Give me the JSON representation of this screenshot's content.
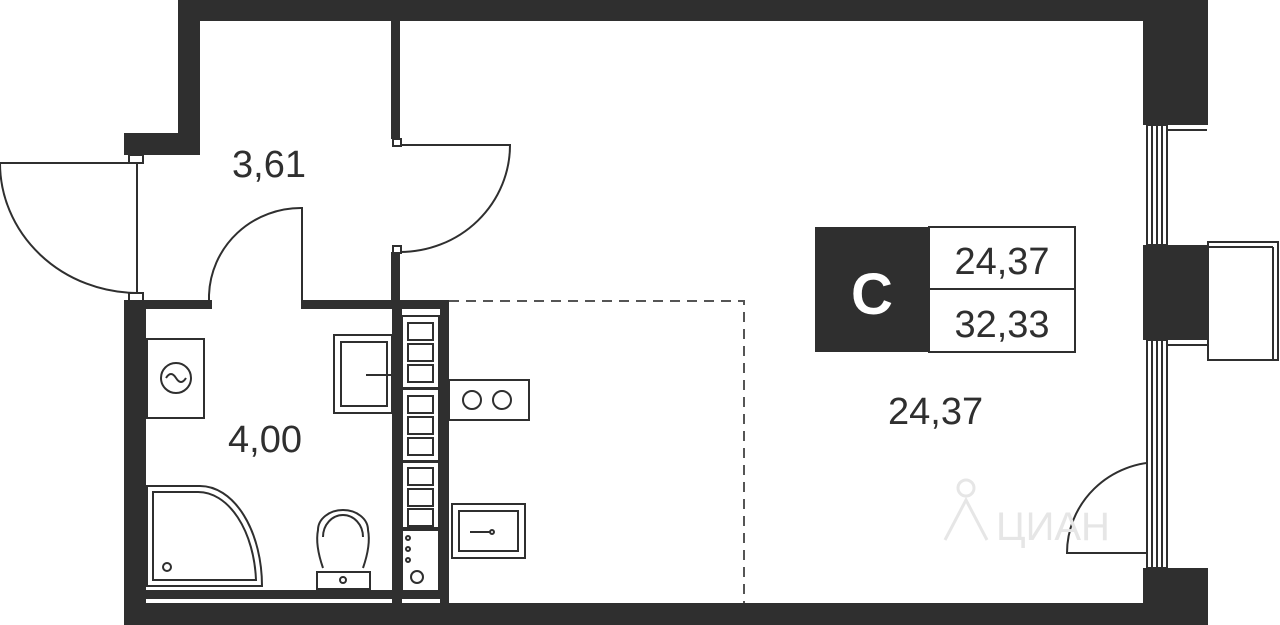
{
  "colors": {
    "wall": "#2f2f2f",
    "background": "#ffffff",
    "line": "#2f2f2f",
    "dash": "#555555"
  },
  "rooms": {
    "hall": {
      "area": "3,61"
    },
    "bathroom": {
      "area": "4,00"
    },
    "living": {
      "area": "24,37"
    }
  },
  "badge": {
    "type": "С",
    "living_area": "24,37",
    "total_area": "32,33"
  },
  "watermark": {
    "text": "ЦИАН"
  },
  "icons": [
    "washing-machine-icon",
    "sink-icon",
    "toilet-icon",
    "shower-icon",
    "stove-icon",
    "kitchen-sink-icon",
    "cabinet-icon"
  ]
}
